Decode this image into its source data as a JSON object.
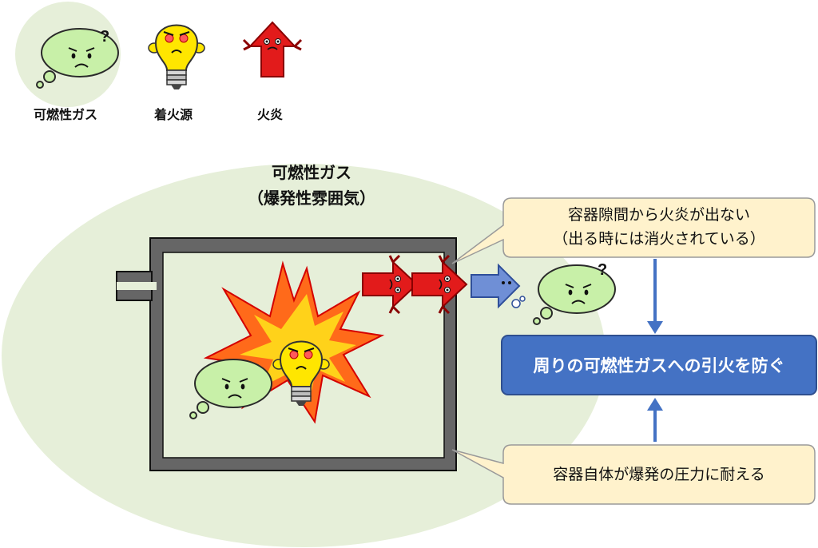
{
  "legend": {
    "gas": "可燃性ガス",
    "ignition": "着火源",
    "flame": "火炎"
  },
  "zone": {
    "title": "可燃性ガス",
    "subtitle": "（爆発性雰囲気）"
  },
  "callouts": {
    "gap_line1": "容器隙間から火炎が出ない",
    "gap_line2": "（出る時には消火されている）",
    "pressure": "容器自体が爆発の圧力に耐える"
  },
  "result": "周りの可燃性ガスへの引火を防ぐ",
  "colors": {
    "gas_green": "#c8f0a8",
    "zone_green": "#e6efd9",
    "flame_red": "#e21b1b",
    "bulb_yellow": "#ffe600",
    "result_blue": "#4472c4",
    "callout_fill": "#fff2cc"
  },
  "icons": [
    "gas-cloud-icon",
    "bulb-icon",
    "flame-arrow-icon",
    "explosion-icon",
    "question-mark-icon"
  ]
}
